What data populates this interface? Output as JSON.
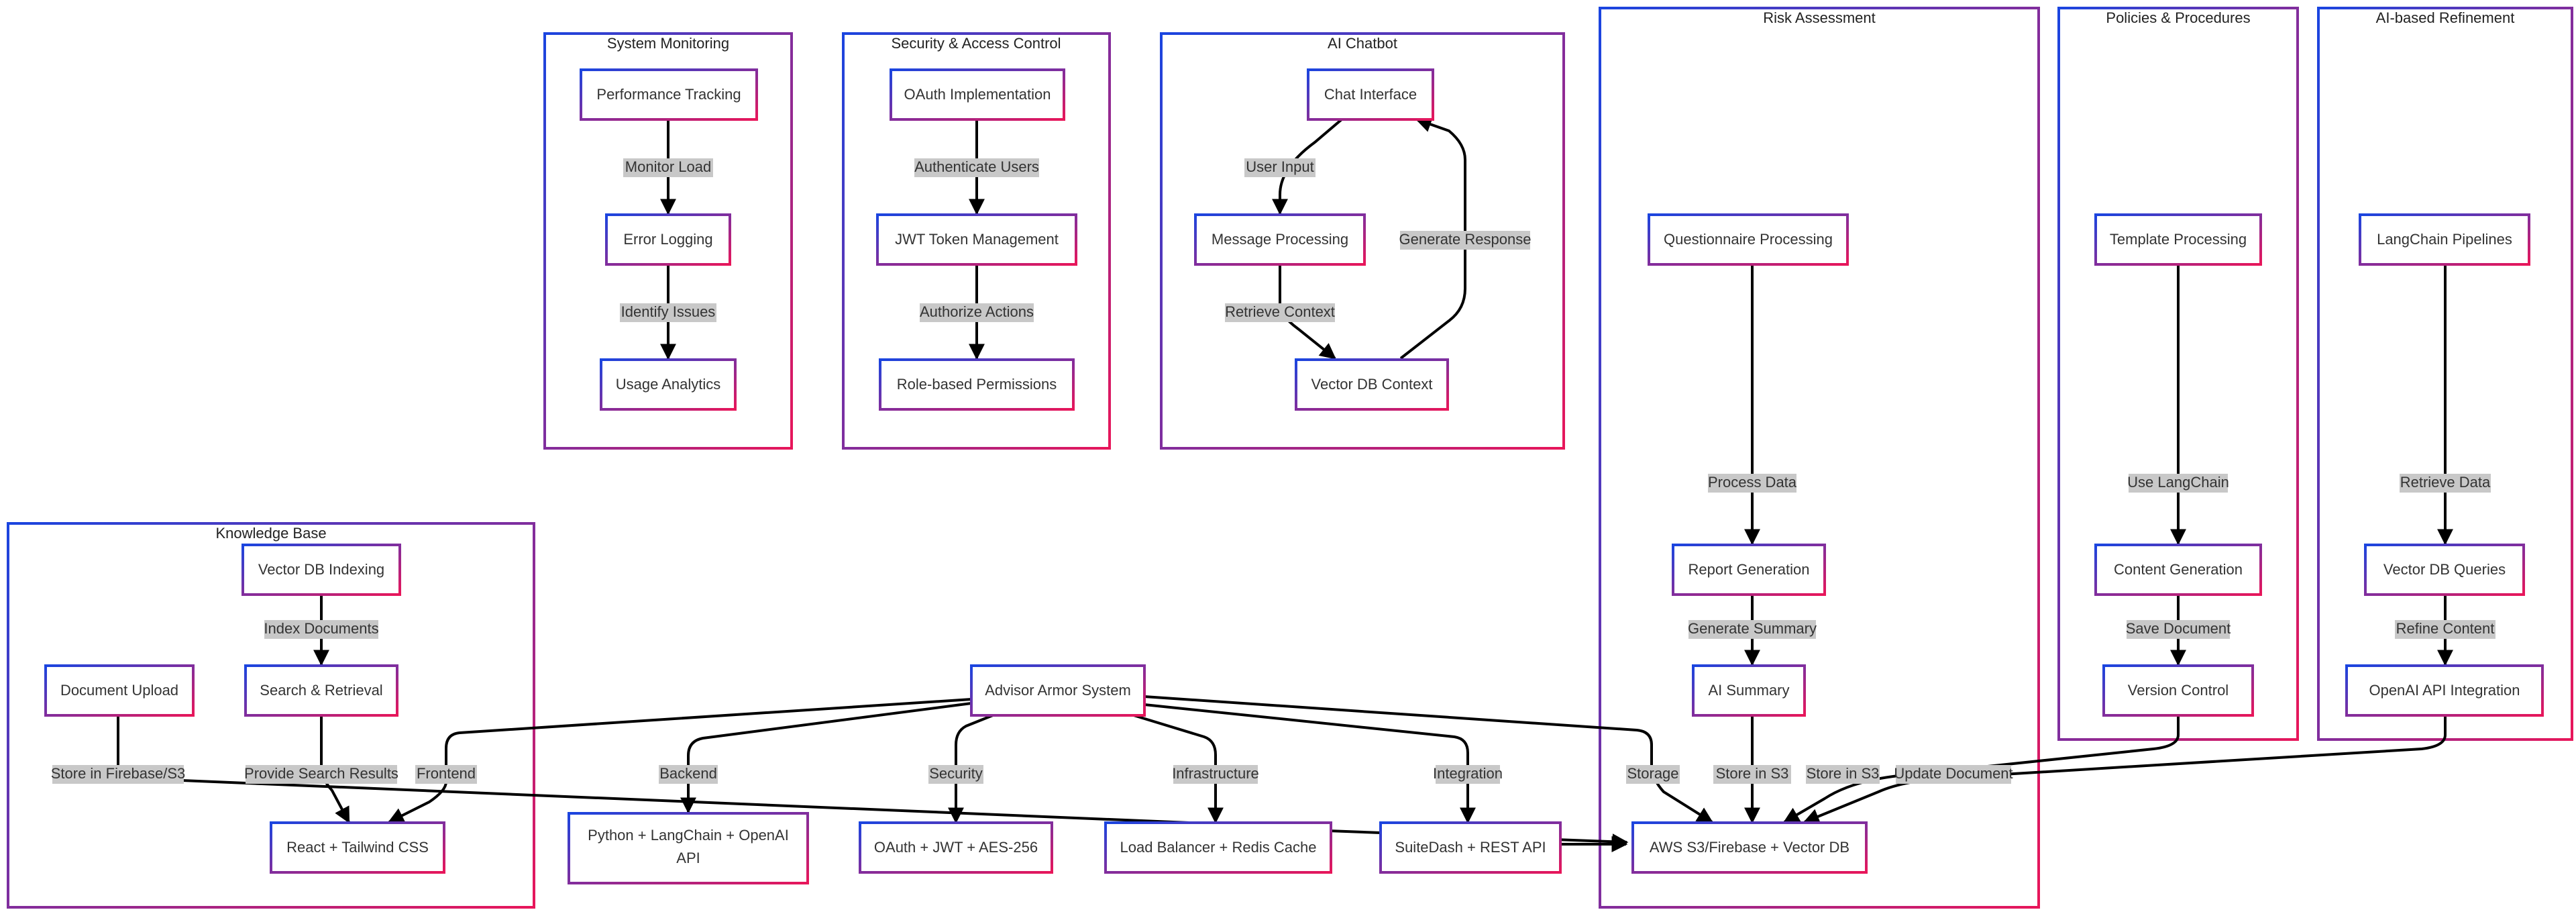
{
  "colors": {
    "border_start": "#1a45e0",
    "border_end": "#e8165a",
    "edge": "#000000",
    "label_bg": "#c8c8c8"
  },
  "clusters": {
    "system_monitoring": "System Monitoring",
    "security_access": "Security & Access Control",
    "ai_chatbot": "AI Chatbot",
    "risk_assessment": "Risk Assessment",
    "policies": "Policies & Procedures",
    "ai_refinement": "AI-based Refinement",
    "knowledge_base": "Knowledge Base"
  },
  "nodes": {
    "performance_tracking": "Performance Tracking",
    "error_logging": "Error Logging",
    "usage_analytics": "Usage Analytics",
    "oauth_implementation": "OAuth Implementation",
    "jwt_token_management": "JWT Token Management",
    "role_based_permissions": "Role-based Permissions",
    "chat_interface": "Chat Interface",
    "message_processing": "Message Processing",
    "vector_db_context": "Vector DB Context",
    "questionnaire_processing": "Questionnaire Processing",
    "report_generation": "Report Generation",
    "ai_summary": "AI Summary",
    "template_processing": "Template Processing",
    "content_generation": "Content Generation",
    "version_control": "Version Control",
    "langchain_pipelines": "LangChain Pipelines",
    "vector_db_queries": "Vector DB Queries",
    "openai_api_integration": "OpenAI API Integration",
    "vector_db_indexing": "Vector DB Indexing",
    "search_retrieval": "Search & Retrieval",
    "document_upload": "Document Upload",
    "react_tailwind": "React + Tailwind CSS",
    "advisor_armor": "Advisor Armor System",
    "python_langchain_line1": "Python + LangChain + OpenAI",
    "python_langchain_line2": "API",
    "oauth_jwt_aes": "OAuth + JWT + AES-256",
    "load_balancer_redis": "Load Balancer + Redis Cache",
    "suitedash_rest": "SuiteDash + REST API",
    "aws_s3_firebase": "AWS S3/Firebase + Vector DB"
  },
  "edge_labels": {
    "monitor_load": "Monitor Load",
    "identify_issues": "Identify Issues",
    "authenticate_users": "Authenticate Users",
    "authorize_actions": "Authorize Actions",
    "user_input": "User Input",
    "retrieve_context": "Retrieve Context",
    "generate_response": "Generate Response",
    "process_data": "Process Data",
    "generate_summary": "Generate Summary",
    "use_langchain": "Use LangChain",
    "save_document": "Save Document",
    "retrieve_data": "Retrieve Data",
    "refine_content": "Refine Content",
    "index_documents": "Index Documents",
    "store_in_firebase": "Store in Firebase/S3",
    "provide_search_results": "Provide Search Results",
    "frontend": "Frontend",
    "backend": "Backend",
    "security": "Security",
    "infrastructure": "Infrastructure",
    "integration": "Integration",
    "storage": "Storage",
    "store_in_s3_a": "Store in S3",
    "store_in_s3_b": "Store in S3",
    "update_document": "Update Document"
  }
}
